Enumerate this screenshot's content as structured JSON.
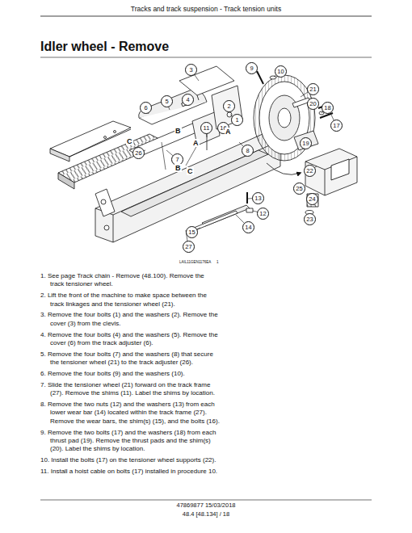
{
  "diagram": {
    "title": "Idler wheel - Remove",
    "labels": [
      "Tracks and track suspension - Track tension units",
      "3",
      "9",
      "10",
      "21",
      "4",
      "5",
      "6",
      "2",
      "20",
      "18",
      "1",
      "16",
      "11",
      "17",
      "19",
      "A",
      "A",
      "C",
      "B",
      "8",
      "26",
      "7",
      "B",
      "C",
      "22",
      "25",
      "13",
      "24",
      "12",
      "23",
      "14",
      "15",
      "27",
      "LAIL11GEN1176EA",
      "1",
      "1. See page Track chain - Remove (48.100). Remove the track tensioner wheel.",
      "2. Lift the front of the machine to make space between the track linkages and the tensioner wheel (21).",
      "3. Remove the four bolts (1) and the washers (2). Remove the cover (3) from the clevis.",
      "4. Remove the four bolts (4) and the washers (5). Remove the cover (6) from the track adjuster (6).",
      "5. Remove the four bolts (7) and the washers (8) that secure the tensioner wheel (21) to the track adjuster (26).",
      "6. Remove the four bolts (9) and the washers (10).",
      "7. Slide the tensioner wheel (21) forward on the track frame (27). Remove the shims (11). Label the shims by location.",
      "8. Remove the two nuts (12) and the washers (13) from each lower wear bar (14) located within the track frame (27). Remove the wear bars, the shim(s) (15), and the bolts (16).",
      "9. Remove the two bolts (17) and the washers (18) from each thrust pad (19). Remove the thrust pads and the shim(s) (20). Label the shims by location.",
      "10. Install the bolts (17) on the tensioner wheel supports (22).",
      "11. Install a hoist cable on bolts (17) installed in procedure 10.",
      "47869877 15/03/2018",
      "48.4 [48.134] / 18"
    ]
  }
}
